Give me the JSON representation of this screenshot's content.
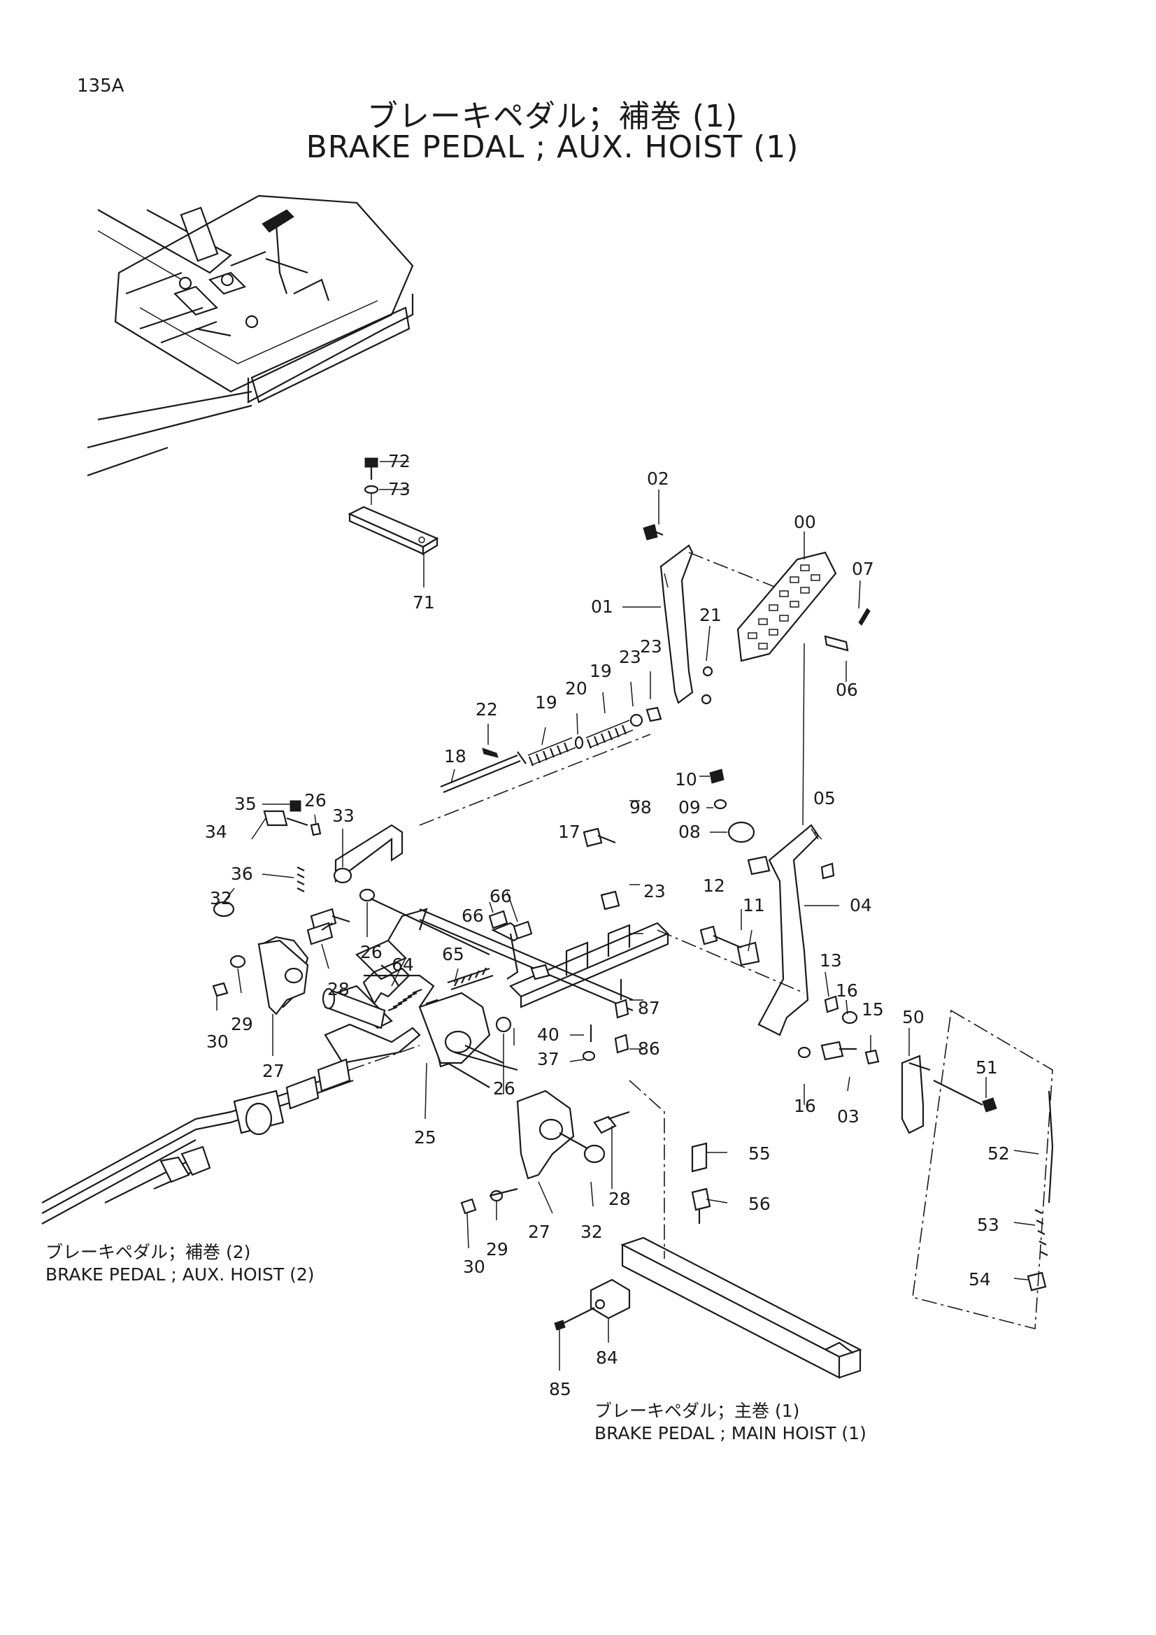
{
  "page": {
    "id": "135A"
  },
  "title": {
    "jp": "ブレーキペダル；補巻 (1)",
    "en": "BRAKE  PEDAL ;  AUX.  HOIST (1)"
  },
  "captions": {
    "aux2_jp": "ブレーキペダル；補巻 (2)",
    "aux2_en": "BRAKE PEDAL ; AUX. HOIST  (2)",
    "main1_jp": "ブレーキペダル；主巻 (1)",
    "main1_en": "BRAKE  PEDAL ;  MAIN  HOIST  (1)"
  },
  "part_labels": [
    "00",
    "01",
    "02",
    "03",
    "04",
    "05",
    "06",
    "07",
    "08",
    "09",
    "10",
    "11",
    "12",
    "13",
    "15",
    "16",
    "16",
    "17",
    "18",
    "19",
    "19",
    "20",
    "21",
    "22",
    "23",
    "23",
    "23",
    "25",
    "26",
    "26",
    "26",
    "27",
    "27",
    "28",
    "28",
    "29",
    "29",
    "30",
    "30",
    "32",
    "32",
    "33",
    "34",
    "35",
    "36",
    "37",
    "40",
    "50",
    "51",
    "52",
    "53",
    "54",
    "55",
    "56",
    "64",
    "65",
    "66",
    "66",
    "71",
    "72",
    "73",
    "84",
    "85",
    "86",
    "87",
    "98"
  ]
}
